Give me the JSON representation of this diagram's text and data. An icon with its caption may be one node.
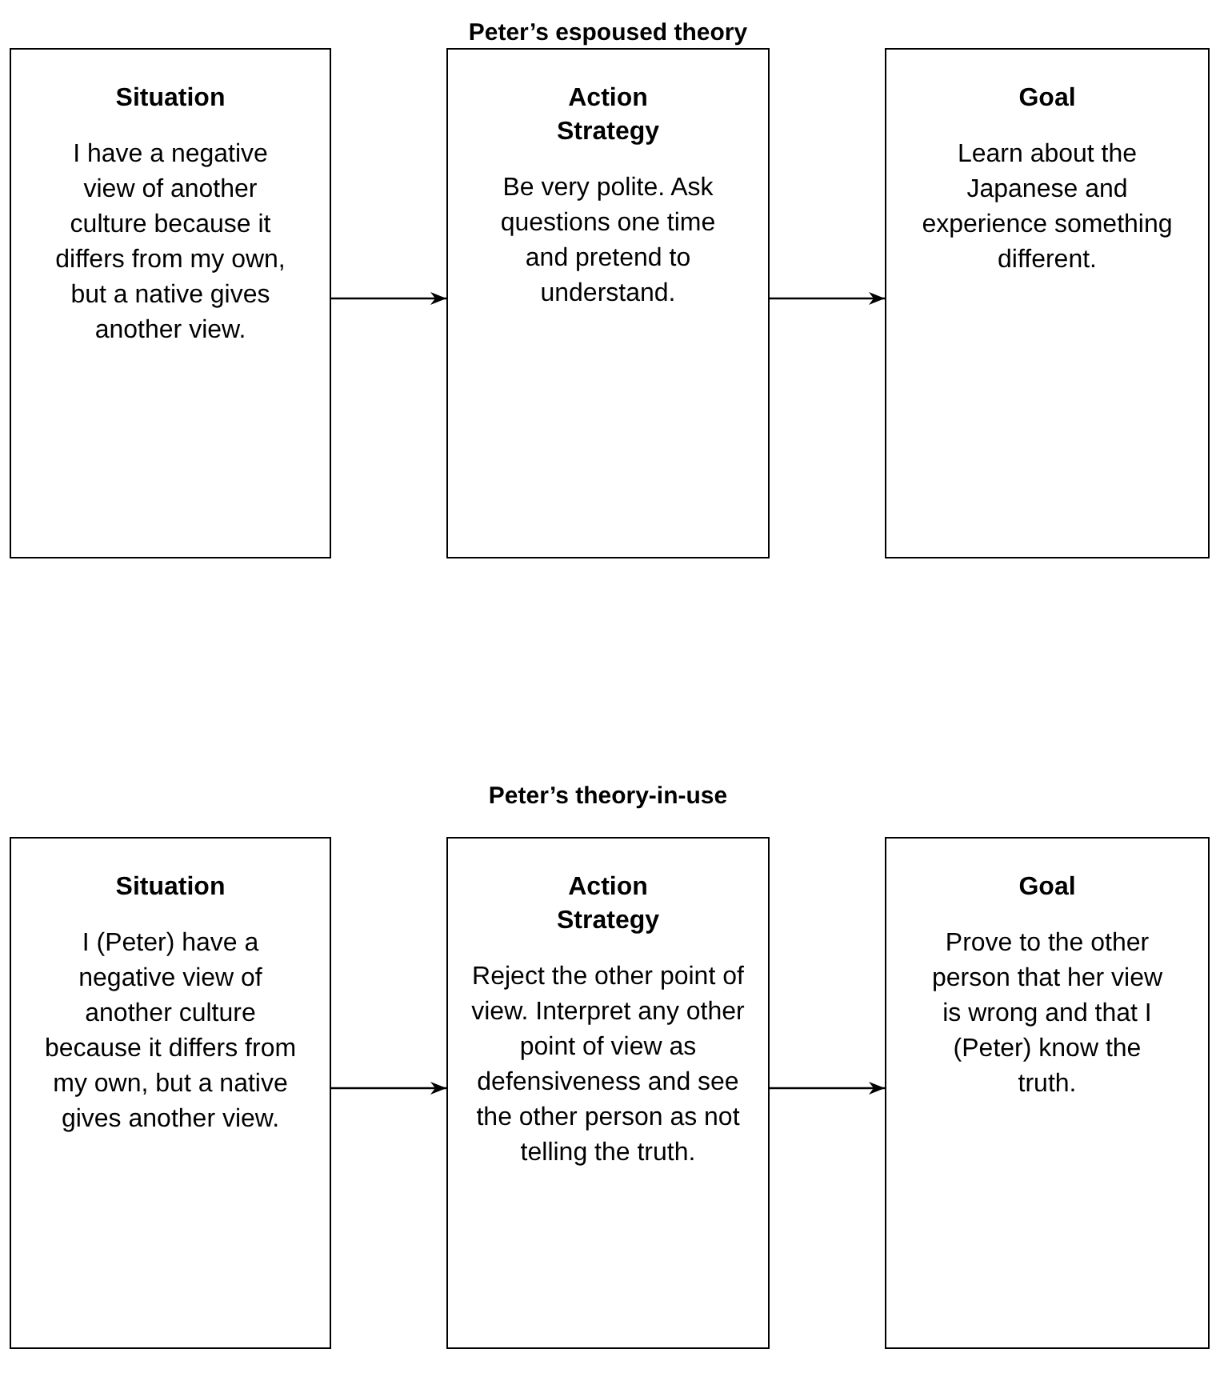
{
  "diagram": {
    "nodes": [
      {
        "text": [
          "Situation",
          "I have a negative view of another culture because it differs from my own, but a native gives another view."
        ]
      },
      {
        "text": [
          "Action Strategy",
          "Be very polite. Ask questions one time and pretend to understand."
        ]
      },
      {
        "text": [
          "Goal",
          "Learn about the Japanese and experience something different."
        ]
      },
      {
        "text": [
          "Situation",
          "I (Peter) have a negative view of another culture because it differs from my own, but a native gives another view."
        ]
      },
      {
        "text": [
          "Action Strategy",
          "Reject the other point of view. Interpret any other point of view as defensiveness and see the other person as not telling the truth."
        ]
      },
      {
        "text": [
          "Goal",
          "Prove to the other person that her view is wrong and that I (Peter) know the truth."
        ]
      }
    ],
    "edges": [
      {
        "from": 0,
        "to": 1,
        "arrow": "to"
      },
      {
        "from": 1,
        "to": 2,
        "arrow": "to"
      },
      {
        "from": 3,
        "to": 4,
        "arrow": "to"
      },
      {
        "from": 4,
        "to": 5,
        "arrow": "to"
      }
    ],
    "labels": [
      "Peter’s espoused theory",
      "Peter’s theory-in-use"
    ]
  }
}
